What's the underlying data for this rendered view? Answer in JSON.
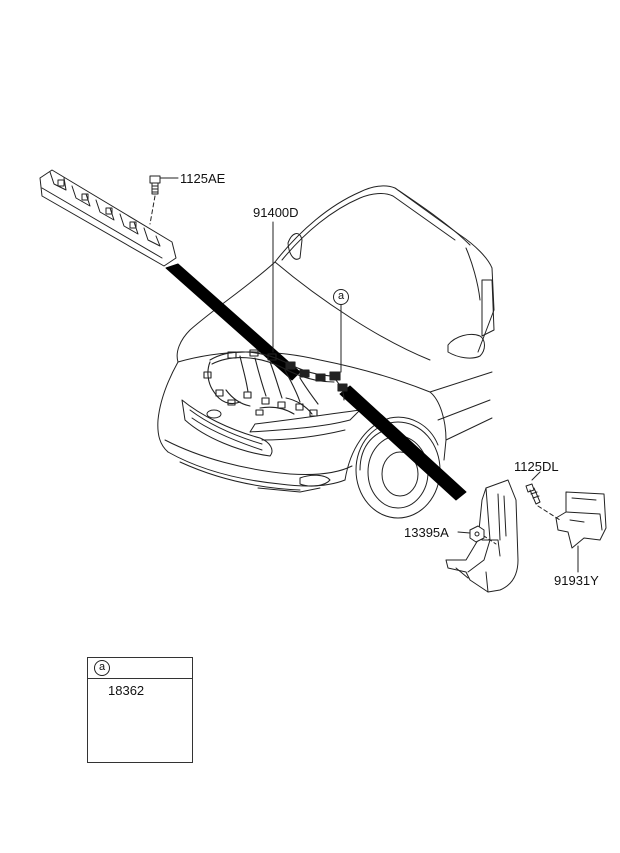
{
  "labels": {
    "bolt_fuse_block": "1125AE",
    "main_harness": "91400D",
    "bracket_bolt": "1125DL",
    "nut": "13395A",
    "bracket": "91931Y",
    "inset_part": "18362"
  },
  "callouts": {
    "main": "a",
    "inset": "a"
  }
}
